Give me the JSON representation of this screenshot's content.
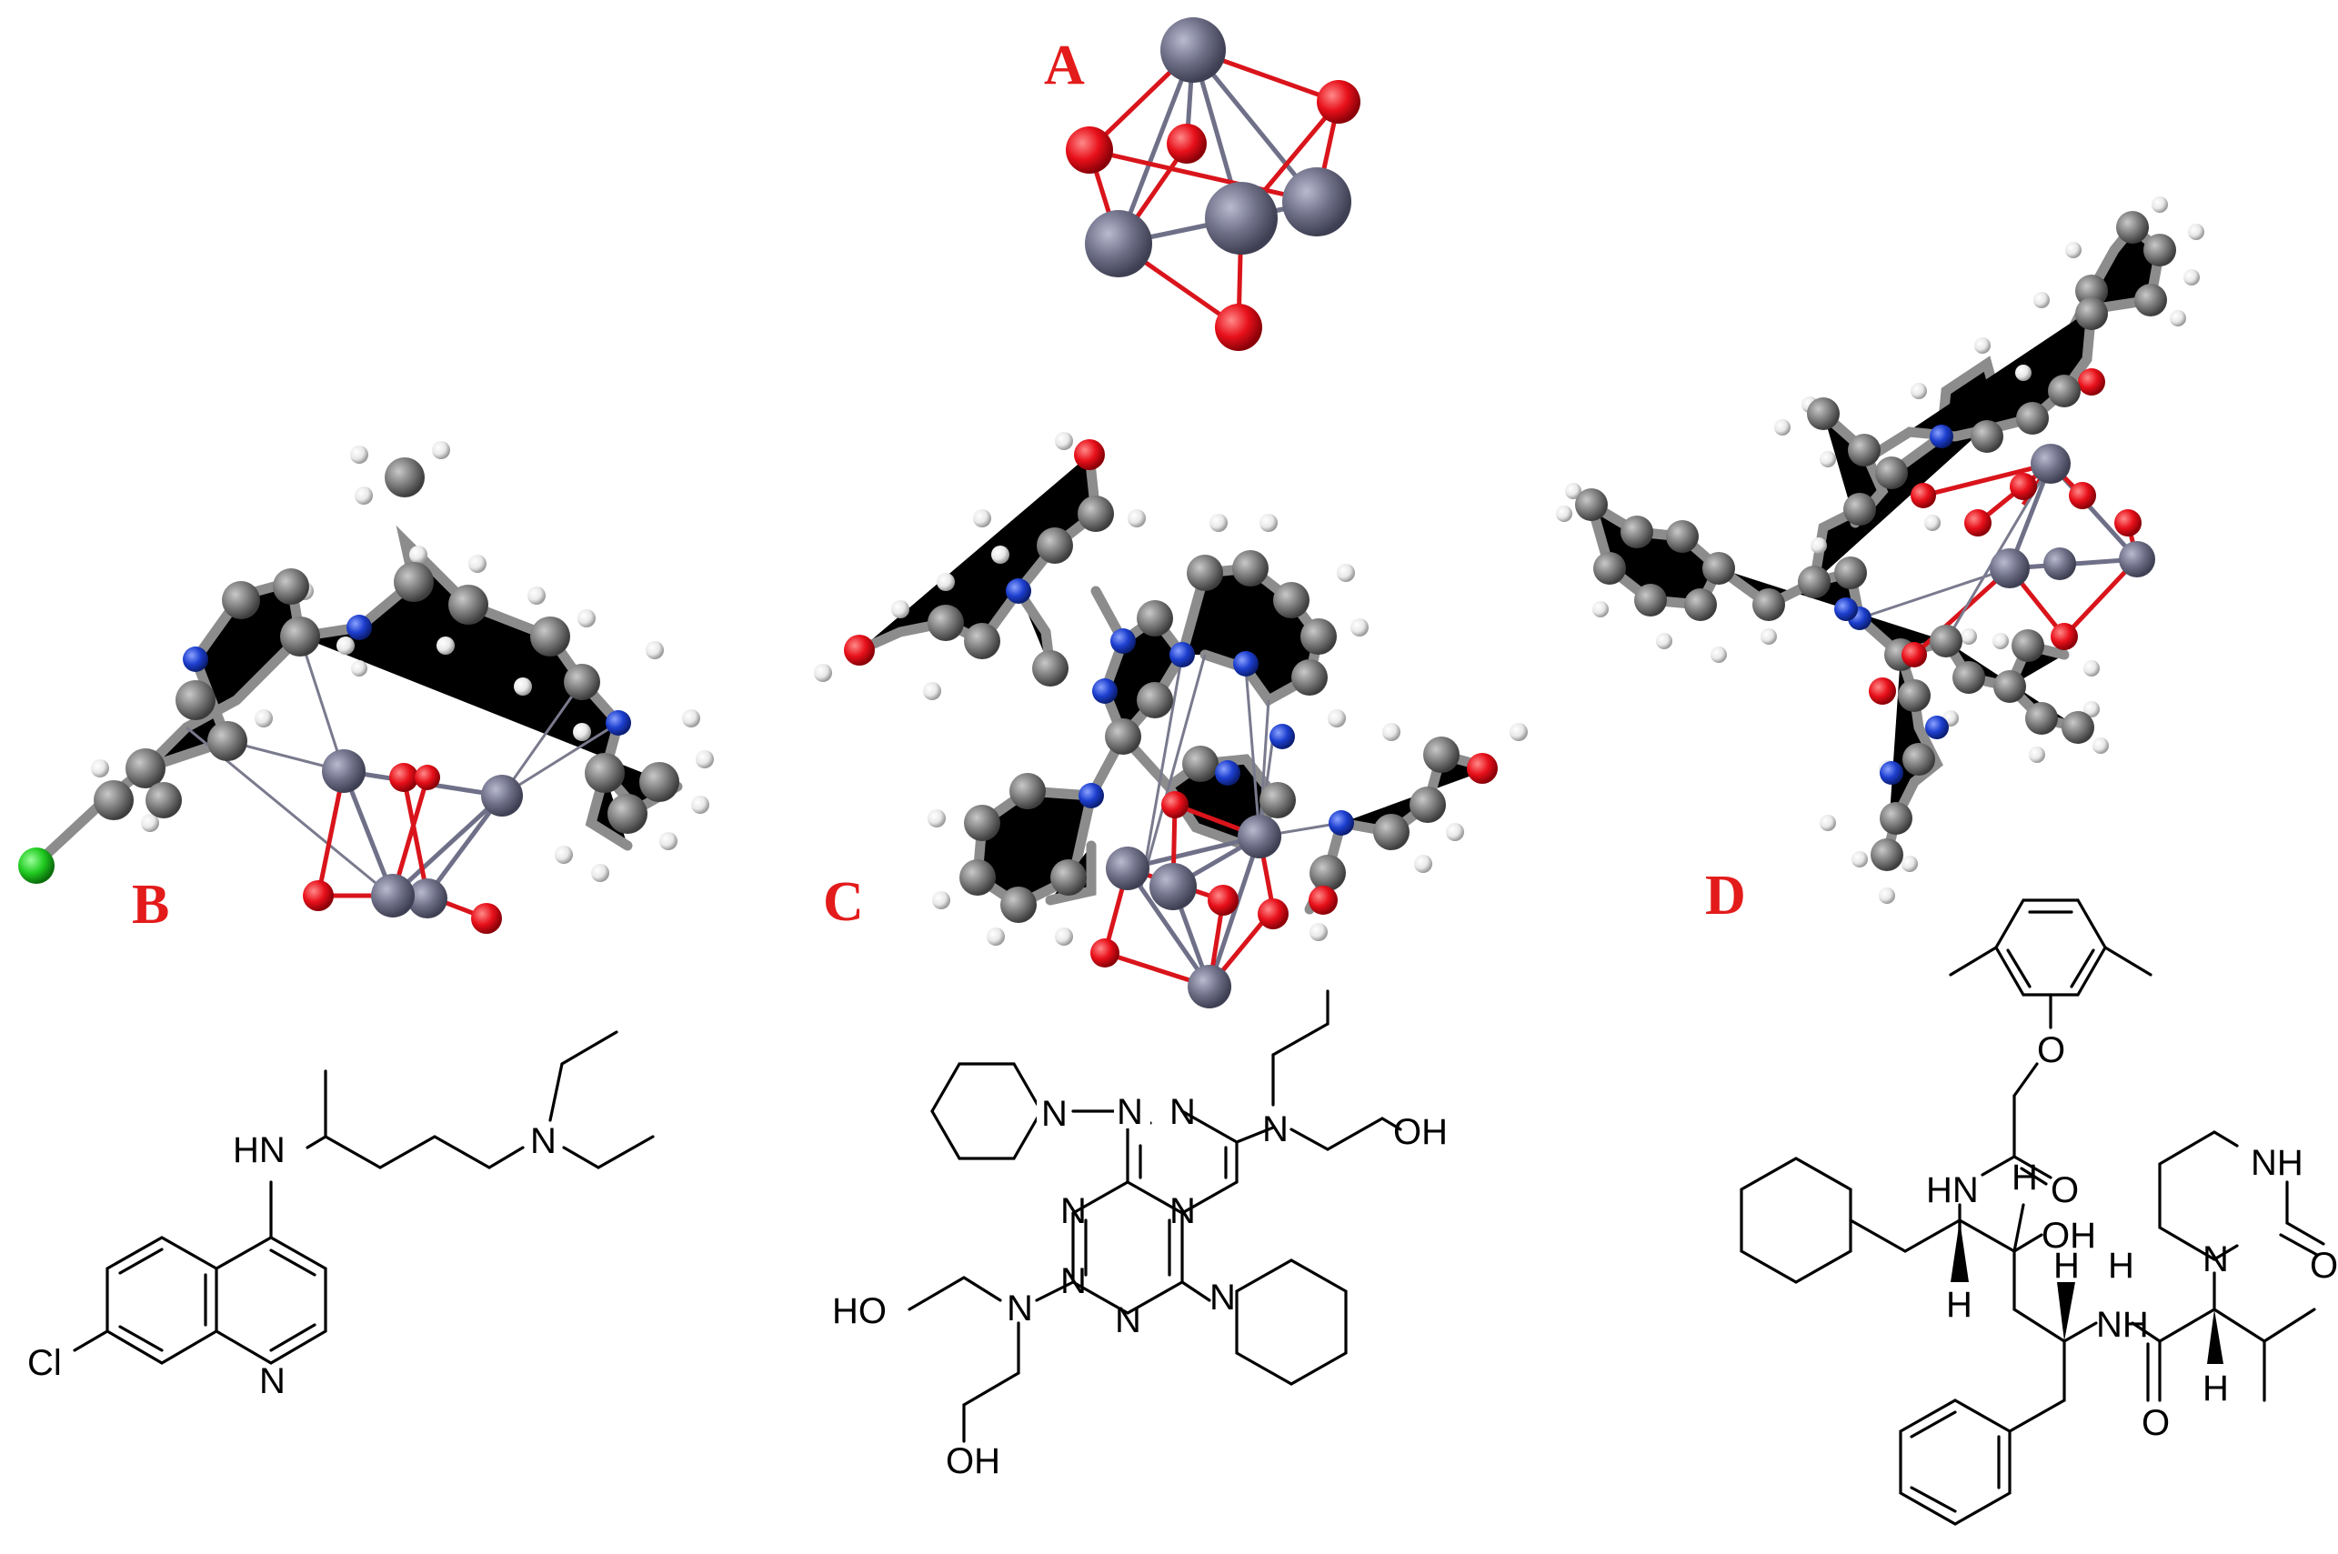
{
  "panels": [
    {
      "id": "A",
      "label": "A"
    },
    {
      "id": "B",
      "label": "B"
    },
    {
      "id": "C",
      "label": "C"
    },
    {
      "id": "D",
      "label": "D"
    }
  ],
  "structure_b_labels": {
    "hn": "HN",
    "n_amine": "N",
    "cl": "Cl",
    "n_ring": "N"
  },
  "structure_c_labels": {
    "n_pip_top": "N",
    "n1": "N",
    "n2": "N",
    "n_side_top": "N",
    "oh_top": "OH",
    "n3": "N",
    "n4": "N",
    "n5": "N",
    "n6": "N",
    "n_side_bottom": "N",
    "n_pip_bottom": "N",
    "ho_left": "HO",
    "oh_bottom": "OH"
  },
  "structure_d_labels": {
    "o_ether": "O",
    "hn_top": "HN",
    "o_amide1": "O",
    "h1": "H",
    "h2": "H",
    "oh": "OH",
    "h3": "H",
    "nh_mid": "NH",
    "h4": "H",
    "nh_ring": "NH",
    "o_urea": "O",
    "n_ring": "N",
    "o_amide2": "O",
    "h5": "H"
  },
  "atom_colors": {
    "metal": "#6f7088",
    "oxygen": "#e8101a",
    "carbon": "#7c7c7c",
    "nitrogen": "#1d3fcf",
    "hydrogen": "#f0f0f0",
    "chlorine": "#22cc22"
  }
}
